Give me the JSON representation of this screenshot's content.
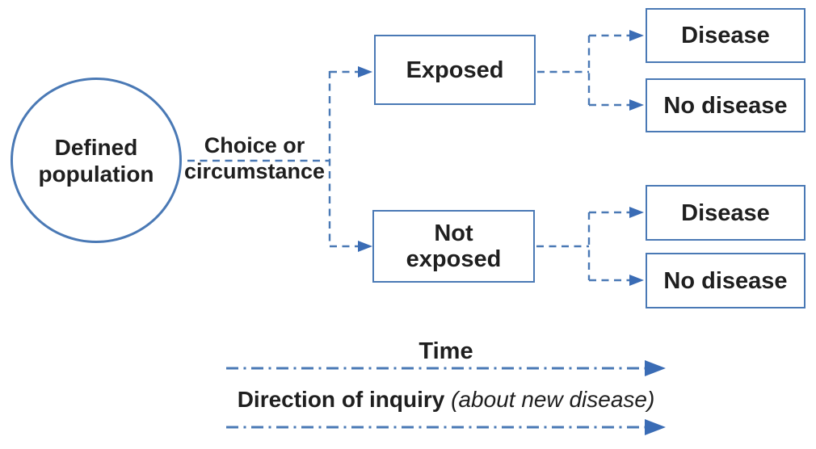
{
  "colors": {
    "line": "#4a79b5",
    "arrow": "#3a6cb5",
    "text": "#1f1f1f"
  },
  "diagram": {
    "population_label": "Defined\npopulation",
    "branch_label": "Choice or\ncircumstance",
    "exposed_label": "Exposed",
    "not_exposed_label": "Not\nexposed",
    "disease_label": "Disease",
    "no_disease_label": "No disease"
  },
  "legend": {
    "time_label": "Time",
    "direction_label": "Direction of inquiry",
    "direction_note": "(about new disease)"
  }
}
